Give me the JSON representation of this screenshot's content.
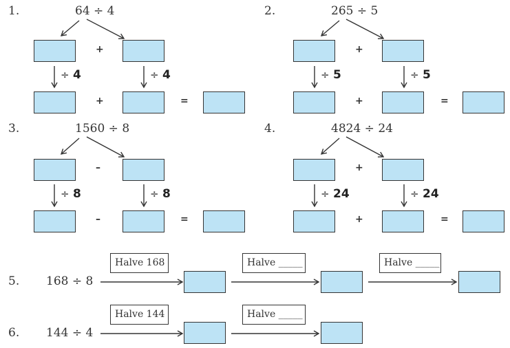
{
  "problems": [
    {
      "number": "1.",
      "expression": "64 ÷ 4",
      "top_operator": "+",
      "bottom_operator": "+",
      "equals": "=",
      "divisor_label": "4"
    },
    {
      "number": "2.",
      "expression": "265 ÷ 5",
      "top_operator": "+",
      "bottom_operator": "+",
      "equals": "=",
      "divisor_label": "5"
    },
    {
      "number": "3.",
      "expression": "1560 ÷ 8",
      "top_operator": "–",
      "bottom_operator": "–",
      "equals": "=",
      "divisor_label": "8"
    },
    {
      "number": "4.",
      "expression": "4824 ÷ 24",
      "top_operator": "+",
      "bottom_operator": "+",
      "equals": "=",
      "divisor_label": "24"
    }
  ],
  "divide_symbol": "÷",
  "chains": [
    {
      "number": "5.",
      "expression": "168 ÷ 8",
      "steps": [
        "Halve 168",
        "Halve _____",
        "Halve _____"
      ]
    },
    {
      "number": "6.",
      "expression": "144 ÷ 4",
      "steps": [
        "Halve 144",
        "Halve _____"
      ]
    }
  ],
  "colors": {
    "answer_box_fill": "#bde3f5",
    "ink": "#333333"
  }
}
